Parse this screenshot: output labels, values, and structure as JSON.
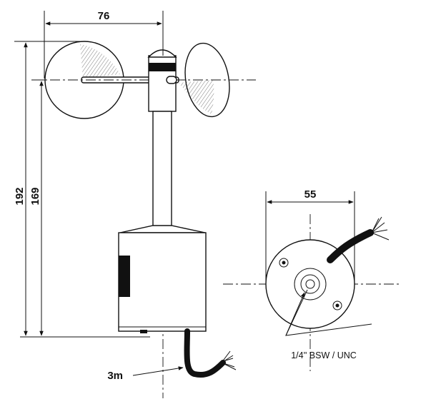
{
  "drawing": {
    "dim_width_side": "76",
    "dim_total_height": "192",
    "dim_body_height": "169",
    "dim_base_diameter": "55",
    "cable_length_label": "3m",
    "thread_label": "1/4'' BSW / UNC"
  },
  "colors": {
    "line": "#111111",
    "background": "#ffffff"
  }
}
